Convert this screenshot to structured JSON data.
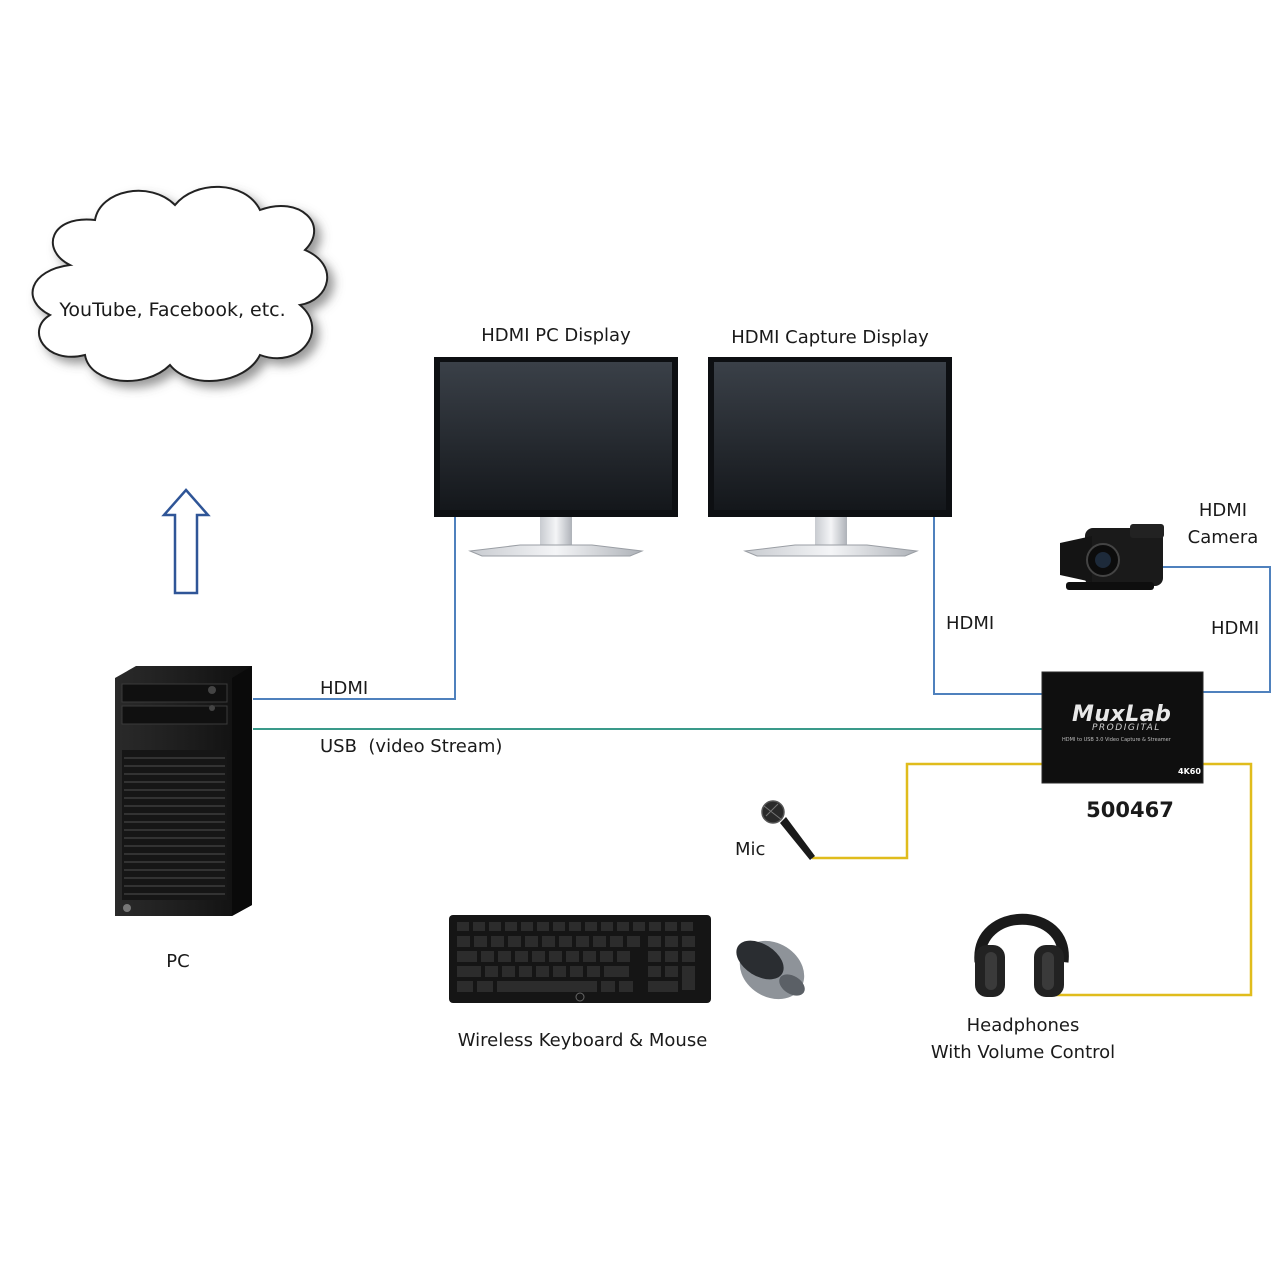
{
  "cloud": {
    "label": "YouTube, Facebook, etc."
  },
  "displays": [
    {
      "label": "HDMI PC Display"
    },
    {
      "label": "HDMI Capture Display"
    }
  ],
  "pc": {
    "label": "PC"
  },
  "camera": {
    "label_line1": "HDMI",
    "label_line2": "Camera"
  },
  "capture_device": {
    "model": "500467",
    "brand": "MuxLab",
    "sub_brand": "PRODIGITAL",
    "tagline": "HDMI to USB 3.0 Video Capture & Streamer",
    "badge": "4K60"
  },
  "mic": {
    "label": "Mic"
  },
  "keyboard_mouse": {
    "label": "Wireless Keyboard & Mouse"
  },
  "headphones": {
    "label_line1": "Headphones",
    "label_line2": "With Volume Control"
  },
  "connections": {
    "pc_to_display": "HDMI",
    "pc_usb": "USB  (video Stream)",
    "capture_to_display": "HDMI",
    "camera_to_capture": "HDMI"
  },
  "colors": {
    "hdmi_line": "#4f81bd",
    "usb_line": "#3a9a8a",
    "audio_line": "#e0bc1c",
    "arrow_outline": "#2f5597"
  }
}
